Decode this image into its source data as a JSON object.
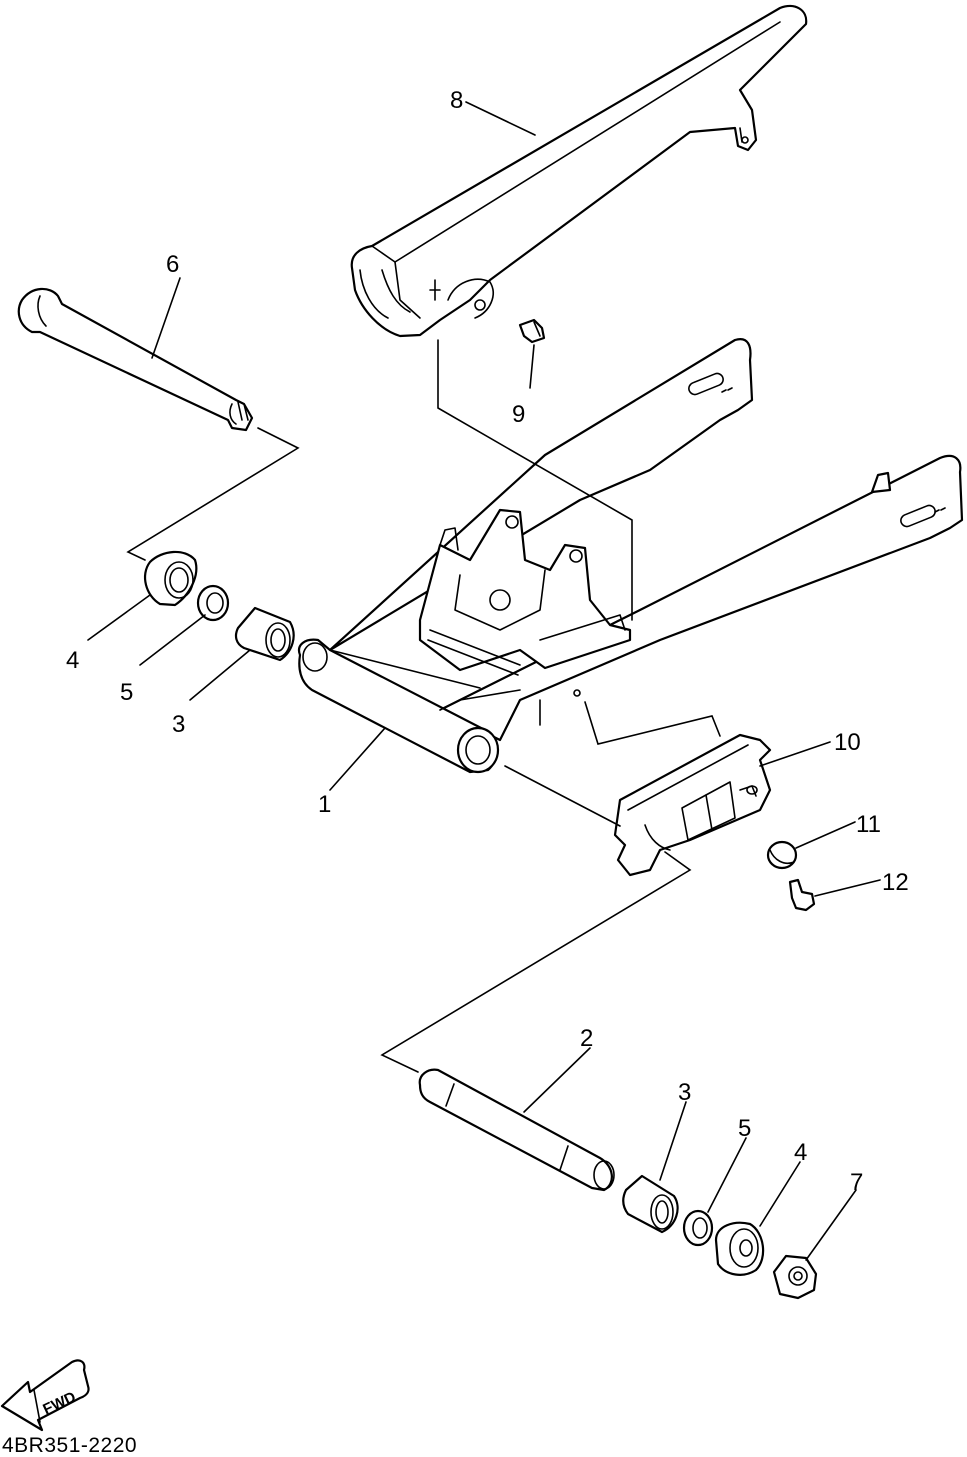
{
  "diagram": {
    "drawing_code": "4BR351-2220",
    "direction_label": "FWD",
    "callouts": [
      {
        "key": "swingarm",
        "number": "1"
      },
      {
        "key": "pivot-shaft",
        "number": "2"
      },
      {
        "key": "bearing-left",
        "number": "3"
      },
      {
        "key": "bearing-right",
        "number": "3"
      },
      {
        "key": "oil-seal-left",
        "number": "4"
      },
      {
        "key": "oil-seal-right",
        "number": "4"
      },
      {
        "key": "collar-left",
        "number": "5"
      },
      {
        "key": "collar-right",
        "number": "5"
      },
      {
        "key": "pivot-bolt",
        "number": "6"
      },
      {
        "key": "nut",
        "number": "7"
      },
      {
        "key": "chain-case",
        "number": "8"
      },
      {
        "key": "case-bolt",
        "number": "9"
      },
      {
        "key": "chain-guide",
        "number": "10"
      },
      {
        "key": "guide-washer",
        "number": "11"
      },
      {
        "key": "guide-screw",
        "number": "12"
      }
    ]
  }
}
